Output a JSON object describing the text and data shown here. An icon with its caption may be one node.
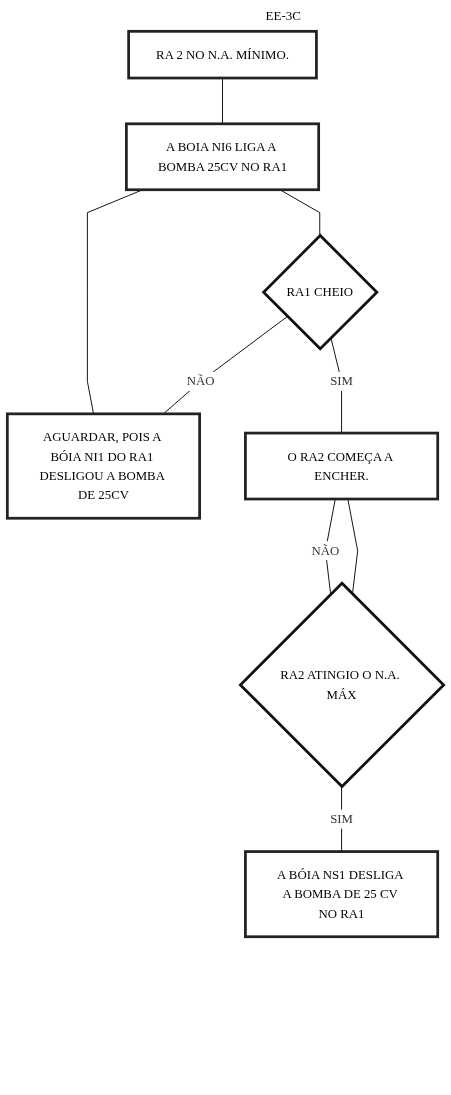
{
  "diagram": {
    "nodes": [
      {
        "text": [
          "RA 2 NO N.A. MÍNIMO."
        ]
      },
      {
        "text": [
          "A BOIA NI6 LIGA A BOMBA 25CV NO RA1"
        ]
      },
      {
        "text": [
          "AGUARDAR, POIS A BÓIA NI1 DO RA1 DESLIGOU A BOMBA DE 25CV"
        ]
      },
      {
        "text": [
          "RA1 CHEIO"
        ]
      },
      {
        "text": [
          "O RA2 COMEÇA A ENCHER."
        ]
      },
      {
        "text": [
          "RA2 ATINGIO O N.A. MÁX"
        ]
      },
      {
        "text": [
          "A BÓIA NS1 DESLIGA A BOMBA DE 25 CV NO RA1"
        ]
      }
    ],
    "edges": [
      {
        "from": 0,
        "to": 1,
        "arrow": "none"
      },
      {
        "from": 1,
        "to": 3,
        "arrow": "none"
      },
      {
        "from": 3,
        "to": 2,
        "arrow": "none",
        "label": "NÃO"
      },
      {
        "from": 2,
        "to": 1,
        "arrow": "none"
      },
      {
        "from": 3,
        "to": 4,
        "arrow": "none",
        "label": "SIM"
      },
      {
        "from": 4,
        "to": 5,
        "arrow": "none"
      },
      {
        "from": 5,
        "to": 4,
        "arrow": "none",
        "label": "NÃO"
      },
      {
        "from": 5,
        "to": 6,
        "arrow": "none",
        "label": "SIM"
      }
    ],
    "labels": [
      "EE-3C"
    ]
  }
}
